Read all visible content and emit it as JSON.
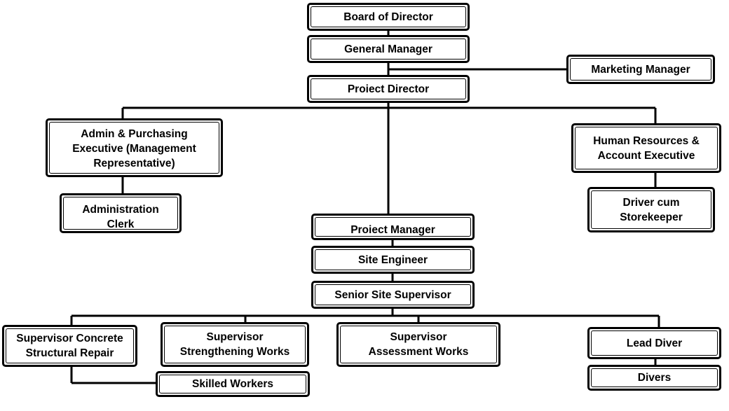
{
  "org_chart": {
    "board": "Board of Director",
    "general_manager": "General Manager",
    "marketing_manager": "Marketing Manager",
    "project_director": "Proiect Director",
    "admin_purchasing": "Admin & Purchasing Executive (Management Representative)",
    "administration_clerk": "Administration Clerk",
    "hr_account": "Human Resources & Account Executive",
    "driver_storekeeper": "Driver cum Storekeeper",
    "project_manager": "Proiect Manager",
    "site_engineer": "Site Engineer",
    "senior_site_supervisor": "Senior Site Supervisor",
    "supervisor_concrete": "Supervisor Concrete Structural Repair",
    "supervisor_strengthening": "Supervisor Strengthening Works",
    "supervisor_assessment": "Supervisor Assessment Works",
    "lead_diver": "Lead Diver",
    "skilled_workers": "Skilled Workers",
    "divers": "Divers"
  }
}
